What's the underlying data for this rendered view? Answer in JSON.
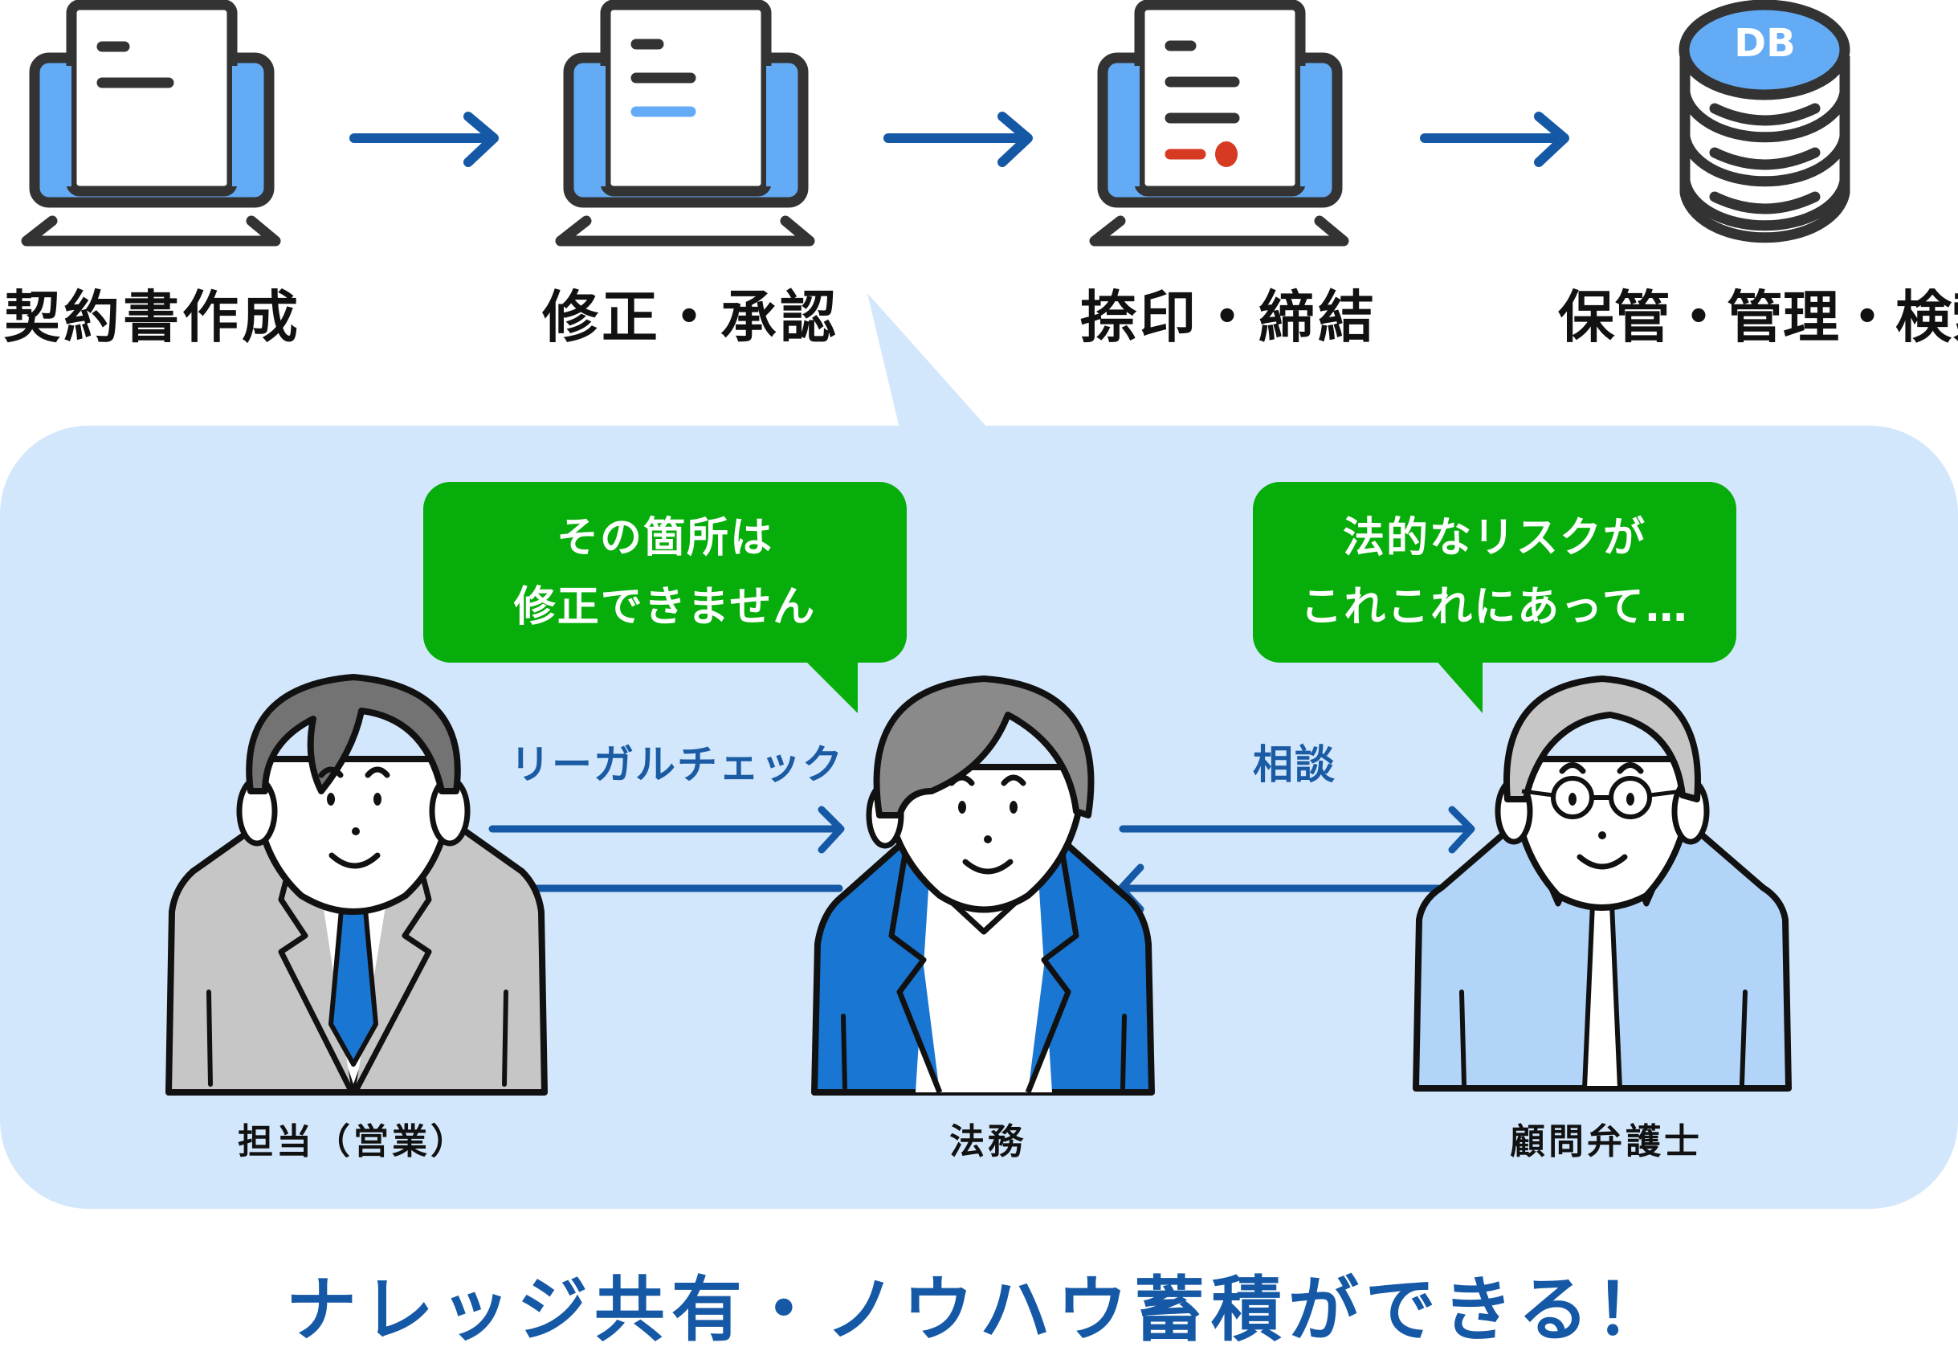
{
  "process_steps": [
    {
      "label": "契約書作成",
      "icon": "laptop-document-icon"
    },
    {
      "label": "修正・承認",
      "icon": "laptop-document-edit-icon"
    },
    {
      "label": "捺印・締結",
      "icon": "laptop-document-sealed-icon"
    },
    {
      "label": "保管・管理・検索",
      "icon": "database-icon",
      "icon_text": "DB"
    }
  ],
  "detail_panel": {
    "bubbles": [
      {
        "lines": [
          "その箇所は",
          "修正できません"
        ]
      },
      {
        "lines": [
          "法的なリスクが",
          "これこれにあって…"
        ]
      }
    ],
    "flows": [
      {
        "label": "リーガルチェック"
      },
      {
        "label": "相談"
      }
    ],
    "people": [
      {
        "name": "担当（営業）"
      },
      {
        "name": "法務"
      },
      {
        "name": "顧問弁護士"
      }
    ]
  },
  "footer": {
    "text": "ナレッジ共有・ノウハウ蓄積ができる！"
  },
  "colors": {
    "accent_blue": "#1558a5",
    "screen_blue": "#64abf5",
    "panel_bg": "#d2e7fb",
    "bubble_green": "#07ad0a",
    "stamp_red": "#d63a22",
    "outline": "#333333"
  }
}
